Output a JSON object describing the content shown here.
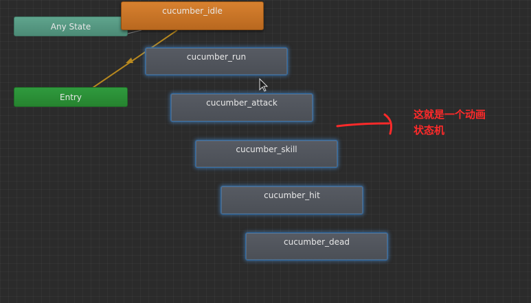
{
  "graph": {
    "any_state": "Any State",
    "entry": "Entry",
    "default_state": "cucumber_idle",
    "states": [
      "cucumber_run",
      "cucumber_attack",
      "cucumber_skill",
      "cucumber_hit",
      "cucumber_dead"
    ]
  },
  "annotation": {
    "line1": "这就是一个动画",
    "line2": "状态机",
    "color": "#ff2a2a"
  },
  "colors": {
    "default_state": "#d27b2c",
    "any_state": "#5fa48d",
    "entry": "#2f9a3e",
    "state": "#50545b",
    "transition": "#b8891f"
  },
  "icons": [
    "mouse-cursor-icon",
    "red-arrow-annotation"
  ]
}
